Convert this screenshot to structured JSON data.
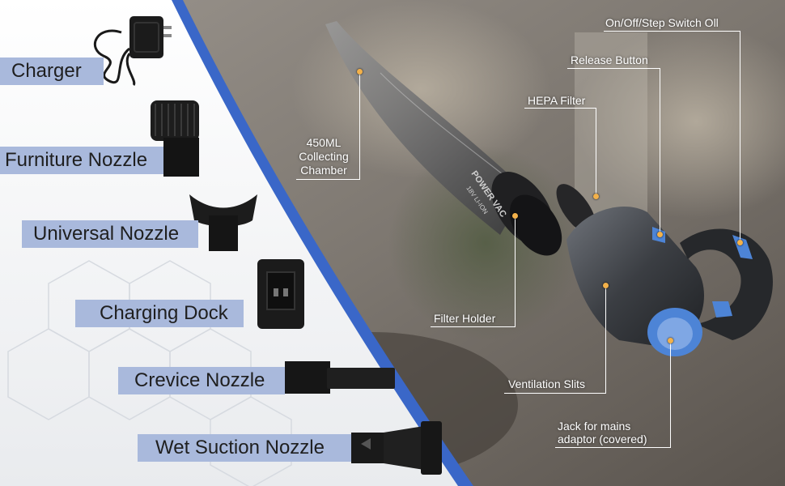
{
  "accessories": [
    {
      "id": "charger",
      "label": "Charger"
    },
    {
      "id": "furniture-nozzle",
      "label": "Furniture Nozzle"
    },
    {
      "id": "universal-nozzle",
      "label": "Universal Nozzle"
    },
    {
      "id": "charging-dock",
      "label": "Charging Dock"
    },
    {
      "id": "crevice-nozzle",
      "label": "Crevice Nozzle"
    },
    {
      "id": "wet-suction-nozzle",
      "label": "Wet Suction Nozzle"
    }
  ],
  "callouts": {
    "on_off_switch": "On/Off/Step Switch Oll",
    "release_button": "Release Button",
    "hepa_filter": "HEPA Filter",
    "chamber_line1": "450ML",
    "chamber_line2": "Collecting",
    "chamber_line3": "Chamber",
    "filter_holder": "Filter Holder",
    "ventilation_slits": "Ventilation Slits",
    "jack_line1": "Jack for mains",
    "jack_line2": "adaptor (covered)"
  },
  "product_text": {
    "model": "POWER VAC",
    "battery": "18V LI-ION"
  },
  "colors": {
    "label_bg": "#a9b9dc",
    "accent_blue": "#4d84d6",
    "callout_dot": "#f3b14a",
    "panel_stripe": "#3a67c8"
  }
}
